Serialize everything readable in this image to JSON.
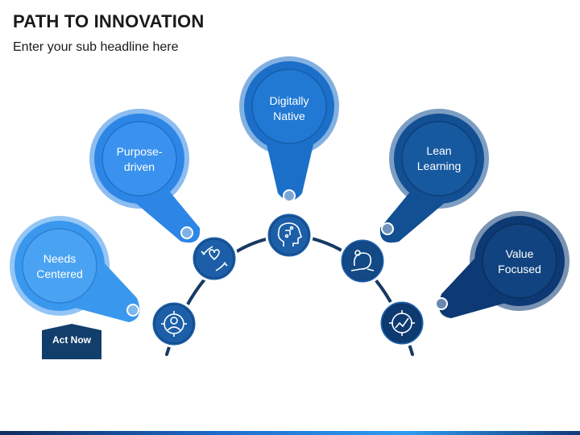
{
  "header": {
    "title": "PATH TO INNOVATION",
    "subtitle": "Enter your sub headline here"
  },
  "steps": [
    {
      "label_line1": "Needs",
      "label_line2": "Centered",
      "icon": "user-target-icon",
      "color": "#3a97ee"
    },
    {
      "label_line1": "Purpose-",
      "label_line2": "driven",
      "icon": "hands-heart-icon",
      "color": "#2d86e6"
    },
    {
      "label_line1": "Digitally",
      "label_line2": "Native",
      "icon": "brain-head-icon",
      "color": "#1b6fc8"
    },
    {
      "label_line1": "Lean",
      "label_line2": "Learning",
      "icon": "scrum-cycle-icon",
      "color": "#124f93"
    },
    {
      "label_line1": "Value",
      "label_line2": "Focused",
      "icon": "growth-target-icon",
      "color": "#0d3a75"
    }
  ],
  "cta": {
    "label": "Act Now",
    "color": "#123e6b"
  },
  "colors": {
    "arc": "#163a63",
    "icon_circle": "#1c5fa8"
  }
}
